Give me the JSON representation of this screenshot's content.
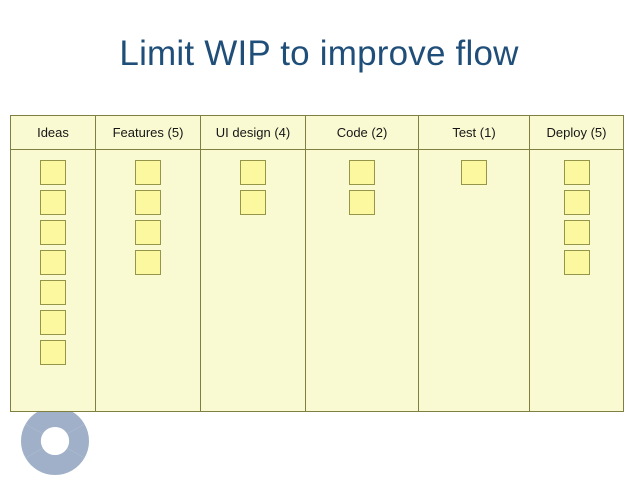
{
  "slide": {
    "title": "Limit WIP to improve flow",
    "title_color": "#1f4e79",
    "background_color": "#ffffff"
  },
  "logo": {
    "name": "aperture-logo-watermark",
    "color": "#8fa3bf"
  },
  "board": {
    "name": "kanban-board",
    "background_color": "#fafad2",
    "border_color": "#7f7f42",
    "card_fill_color": "#fbf8a0",
    "card_border_color": "#96964b",
    "columns": [
      {
        "id": "ideas",
        "label": "Ideas",
        "wip_limit": null,
        "cards": 7
      },
      {
        "id": "features",
        "label": "Features (5)",
        "wip_limit": 5,
        "cards": 4
      },
      {
        "id": "ui-design",
        "label": "UI design (4)",
        "wip_limit": 4,
        "cards": 2
      },
      {
        "id": "code",
        "label": "Code (2)",
        "wip_limit": 2,
        "cards": 2
      },
      {
        "id": "test",
        "label": "Test (1)",
        "wip_limit": 1,
        "cards": 1
      },
      {
        "id": "deploy",
        "label": "Deploy (5)",
        "wip_limit": 5,
        "cards": 4
      }
    ]
  }
}
